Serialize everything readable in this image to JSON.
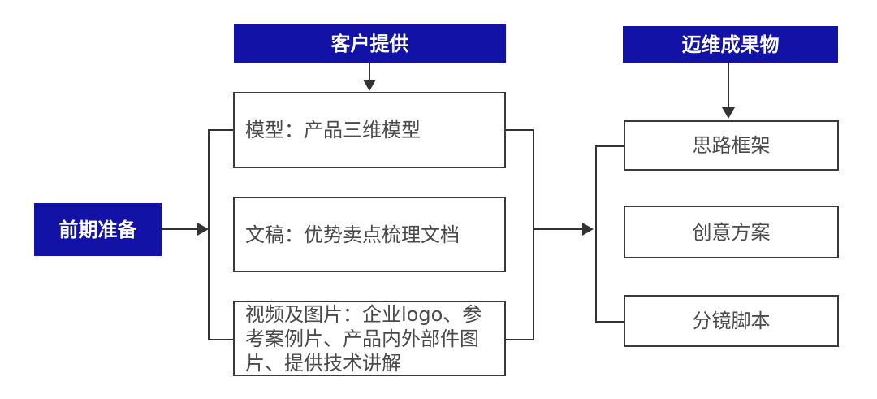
{
  "colors": {
    "accent": "#1312a7",
    "line": "#333333",
    "border": "#3a3a3a",
    "text": "#4a4a4a",
    "header_text": "#ffffff",
    "background": "#ffffff"
  },
  "nodes": {
    "preparation": {
      "label": "前期准备"
    },
    "client_header": {
      "label": "客户提供"
    },
    "deliverable_header": {
      "label": "迈维成果物"
    }
  },
  "client_items": [
    {
      "label": "模型：产品三维模型"
    },
    {
      "label": "文稿：优势卖点梳理文档"
    },
    {
      "label": "视频及图片：企业logo、参考案例片、产品内外部件图片、提供技术讲解"
    }
  ],
  "deliverable_items": [
    {
      "label": "思路框架"
    },
    {
      "label": "创意方案"
    },
    {
      "label": "分镜脚本"
    }
  ]
}
